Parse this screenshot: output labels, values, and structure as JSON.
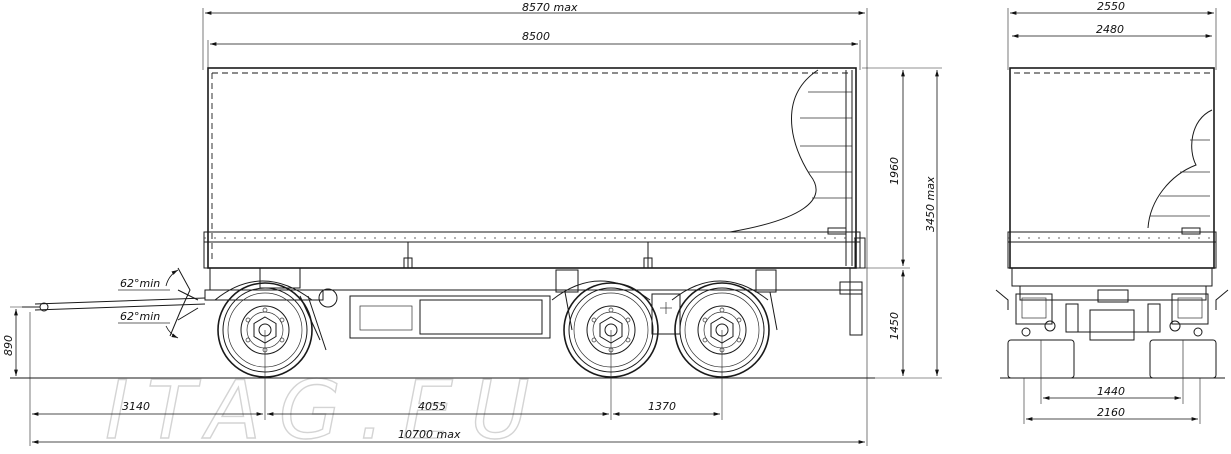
{
  "dimensions": {
    "overall_length_max": "8570 max",
    "body_length": "8500",
    "total_length_max": "10700 max",
    "drawbar_to_front_axle": "3140",
    "front_to_rear_axle": "4055",
    "rear_axle_spacing": "1370",
    "body_height": "1960",
    "total_height_max": "3450 max",
    "platform_height": "1450",
    "drawbar_height": "890",
    "drawbar_angle_up": "62°min",
    "drawbar_angle_down": "62°min",
    "overall_width": "2550",
    "body_width": "2480",
    "track_inner": "1440",
    "track_outer": "2160"
  },
  "watermark": "ITAG.EU",
  "colors": {
    "line": "#1a1a1a",
    "background": "#ffffff",
    "watermark": "#d4d4d4"
  }
}
